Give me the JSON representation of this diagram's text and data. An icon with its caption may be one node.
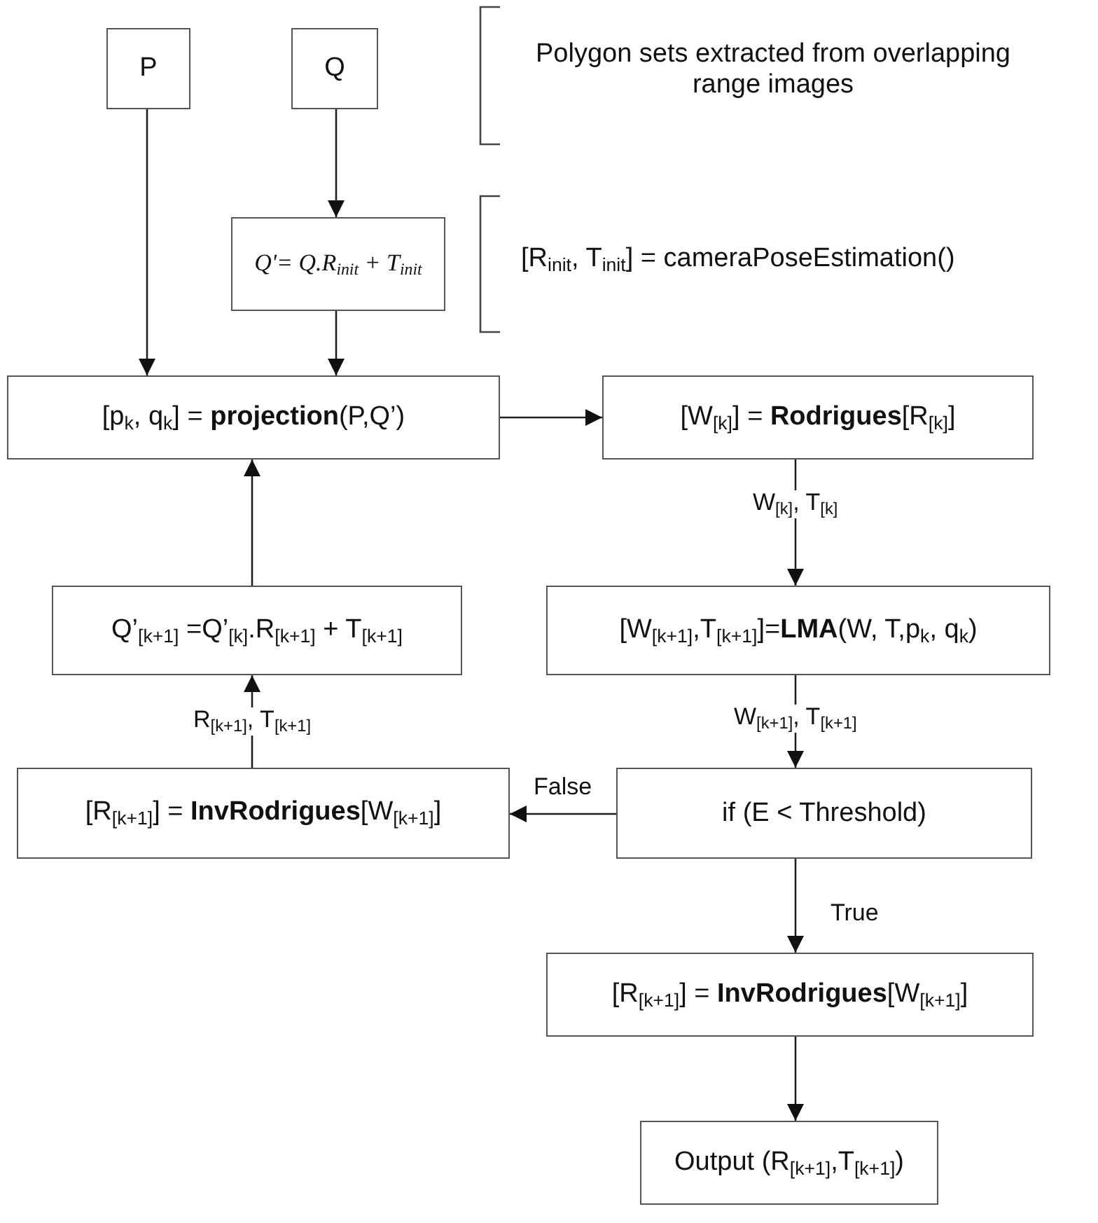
{
  "diagram": {
    "nodes": [
      {
        "text": [
          "P"
        ]
      },
      {
        "text": [
          "Q"
        ]
      },
      {
        "text": [
          "Q'= Q.R$_{init}$ + T$_{init}$"
        ]
      },
      {
        "text": [
          "[p$_{k}$, q$_{k}$] = **projection**(P,Q’)"
        ]
      },
      {
        "text": [
          "[W$_{[k]}$] = **Rodrigues**[R$_{[k]}$]"
        ]
      },
      {
        "text": [
          "Q’$_{[k+1]}$ =Q’$_{[k]}$.R$_{[k+1]}$ + T$_{[k+1]}$"
        ]
      },
      {
        "text": [
          "[W$_{[k+1]}$,T$_{[k+1]}$]=**LMA**(W, T,p$_{k}$, q$_{k}$)"
        ]
      },
      {
        "text": [
          "[R$_{[k+1]}$] = **InvRodrigues**[W$_{[k+1]}$]"
        ]
      },
      {
        "text": [
          "if (E < Threshold)"
        ]
      },
      {
        "text": [
          "[R$_{[k+1]}$] = **InvRodrigues**[W$_{[k+1]}$]"
        ]
      },
      {
        "text": [
          "Output (R$_{[k+1]}$,T$_{[k+1]}$)"
        ]
      }
    ],
    "edges": [
      {
        "from": 0,
        "to": 3,
        "arrow": "to"
      },
      {
        "from": 1,
        "to": 2,
        "arrow": "to"
      },
      {
        "from": 2,
        "to": 3,
        "arrow": "to"
      },
      {
        "from": 3,
        "to": 4,
        "arrow": "to"
      },
      {
        "from": 4,
        "to": 6,
        "arrow": "to",
        "label": "W$_{[k]}$, T$_{[k]}$"
      },
      {
        "from": 6,
        "to": 8,
        "arrow": "to",
        "label": "W$_{[k+1]}$, T$_{[k+1]}$"
      },
      {
        "from": 8,
        "to": 7,
        "arrow": "to",
        "label": "False"
      },
      {
        "from": 7,
        "to": 5,
        "arrow": "to",
        "label": "R$_{[k+1]}$, T$_{[k+1]}$"
      },
      {
        "from": 5,
        "to": 3,
        "arrow": "to"
      },
      {
        "from": 8,
        "to": 9,
        "arrow": "to",
        "label": "True"
      },
      {
        "from": 9,
        "to": 10,
        "arrow": "to"
      }
    ],
    "labels": [
      "Polygon sets extracted from overlapping range images",
      "[R$_{init}$, T$_{init}$] = cameraPoseEstimation()"
    ]
  }
}
